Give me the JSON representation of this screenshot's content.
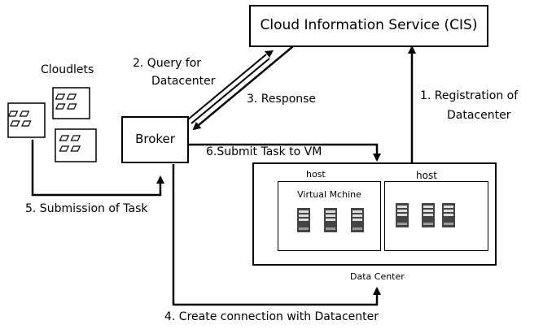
{
  "nodes": {
    "cis": "Cloud Information Service (CIS)",
    "broker": "Broker",
    "cloudlets": "Cloudlets",
    "datacenter": "Data Center",
    "host1": "host",
    "host2": "host",
    "vm": "Virtual Mchine"
  },
  "edges": {
    "query_line1": "2. Query for",
    "query_line2": "Datacenter",
    "response": "3. Response",
    "registration_line1": "1. Registration of",
    "registration_line2": "Datacenter",
    "submit_vm": "6.Submit Task to VM",
    "submission": "5. Submission of Task",
    "connection": "4. Create connection with Datacenter"
  },
  "icons": {
    "cloudlet": "cloudlet-task-icon",
    "server": "server-icon"
  }
}
